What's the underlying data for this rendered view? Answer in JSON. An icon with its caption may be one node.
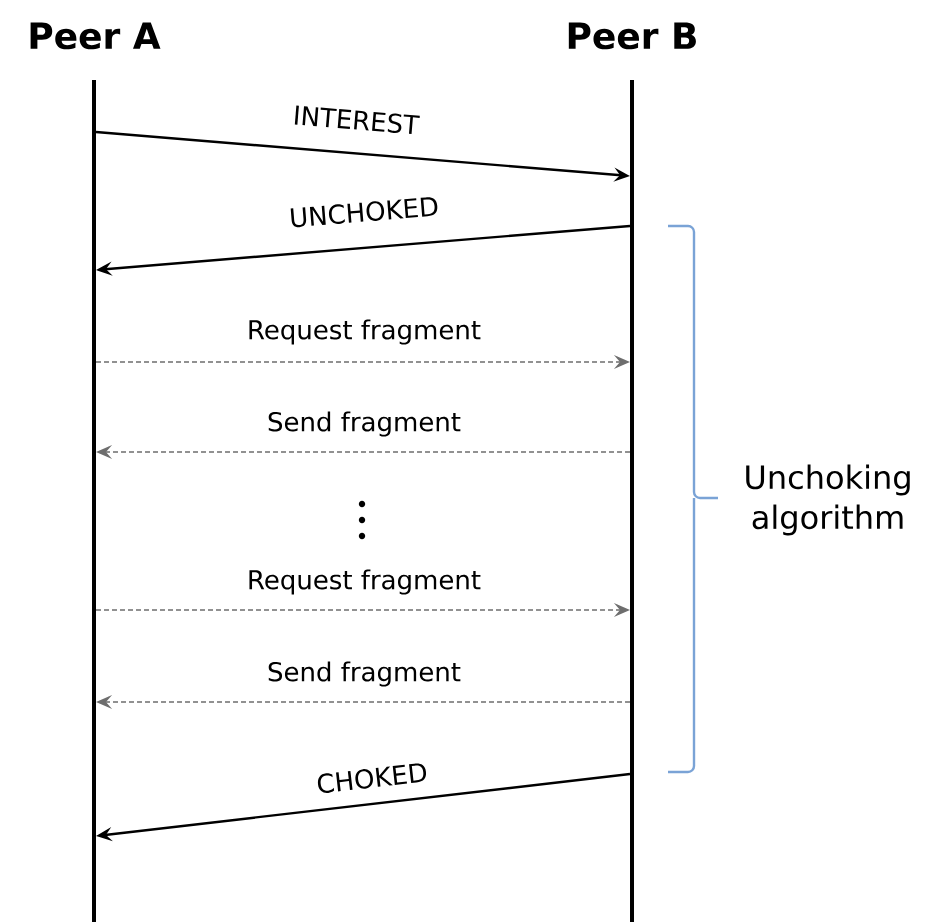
{
  "diagram": {
    "nodes": [
      {
        "text": [
          "Peer A"
        ]
      },
      {
        "text": [
          "Peer B"
        ]
      }
    ],
    "edges": [
      {
        "from": 0,
        "to": 1,
        "arrow": "to",
        "label": "INTEREST",
        "color": "#000000"
      },
      {
        "from": 1,
        "to": 0,
        "arrow": "to",
        "label": "UNCHOKED",
        "color": "#000000"
      },
      {
        "from": 0,
        "to": 1,
        "arrow": "to",
        "label": "Request fragment",
        "style": "dashed",
        "color": "#6e6e6e"
      },
      {
        "from": 1,
        "to": 0,
        "arrow": "to",
        "label": "Send fragment",
        "style": "dashed",
        "color": "#6e6e6e"
      },
      {
        "from": 0,
        "to": 1,
        "arrow": "to",
        "label": "Request fragment",
        "style": "dashed",
        "color": "#6e6e6e"
      },
      {
        "from": 1,
        "to": 0,
        "arrow": "to",
        "label": "Send fragment",
        "style": "dashed",
        "color": "#6e6e6e"
      },
      {
        "from": 1,
        "to": 0,
        "arrow": "to",
        "label": "CHOKED",
        "color": "#000000"
      }
    ],
    "labels": [
      "Unchoking algorithm"
    ]
  }
}
